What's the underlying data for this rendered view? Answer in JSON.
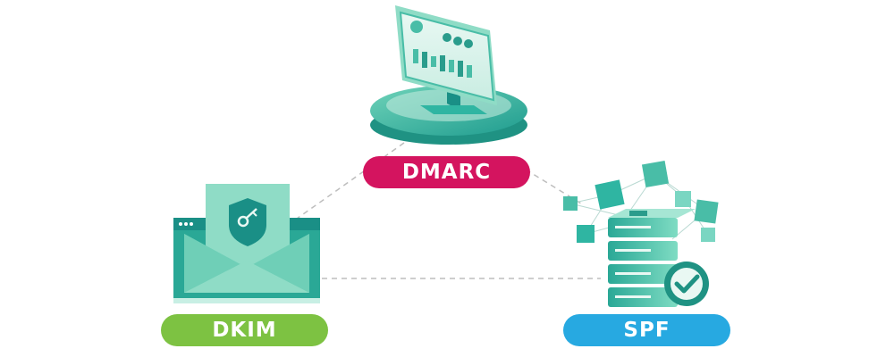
{
  "labels": {
    "dmarc": "DMARC",
    "dkim": "DKIM",
    "spf": "SPF"
  },
  "colors": {
    "dmarc": "#d4145f",
    "dkim": "#7dc242",
    "spf": "#27a9e1",
    "teal_dark": "#1a8f86",
    "teal": "#2fb5a2",
    "teal_light": "#7ad6c2",
    "teal_pale": "#c8efe4",
    "connector": "#bdbdbd"
  },
  "icons": {
    "dmarc": "monitor-dashboard-icon",
    "dkim": "envelope-key-shield-icon",
    "spf": "server-network-check-icon"
  }
}
